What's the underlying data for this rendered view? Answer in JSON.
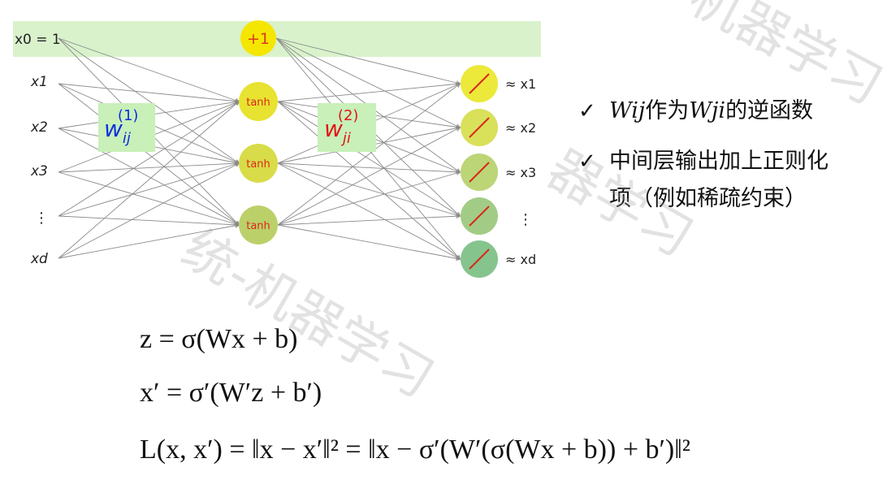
{
  "diagram": {
    "input_labels": [
      "x0 = 1",
      "x1",
      "x2",
      "x3",
      "⋮",
      "xd"
    ],
    "bias_node": "+1",
    "hidden_nodes": [
      "tanh",
      "tanh",
      "tanh"
    ],
    "output_labels": [
      "≈ x1",
      "≈ x2",
      "≈ x3",
      "⋮",
      "≈ xd"
    ],
    "weight_labels": {
      "first": {
        "base": "w",
        "sub": "ij",
        "sup": "(1)"
      },
      "second": {
        "base": "w",
        "sub": "ji",
        "sup": "(2)"
      }
    },
    "colors": {
      "band": "#d9f2cc",
      "bias_node": "#f5e600",
      "hidden_nodes": [
        "#e8e230",
        "#d8dc48",
        "#bcd06a"
      ],
      "output_nodes": [
        "#ece93a",
        "#d9e05a",
        "#bcd577",
        "#a2cc86",
        "#86c48e"
      ],
      "weight_label_bg": "#c8f0b8",
      "w1_text": "#1030e0",
      "w2_text": "#e01818",
      "edges": "#8a8a8a"
    }
  },
  "bullets": [
    {
      "check": "✓",
      "w_ij": "Wij",
      "middle": "作为",
      "w_ji": "Wji",
      "end": "的逆函数"
    },
    {
      "check": "✓",
      "line1": "中间层输出加上正则化",
      "line2": "项（例如稀疏约束）"
    }
  ],
  "formulas": {
    "f1": "z = σ(Wx + b)",
    "f2": "x′ = σ′(W′z + b′)",
    "f3": "L(x, x′) = ‖x − x′‖² = ‖x − σ′(W′(σ(Wx + b)) + b′)‖²"
  },
  "watermark": [
    "机器学习",
    "器学习",
    "统-机器学习"
  ]
}
